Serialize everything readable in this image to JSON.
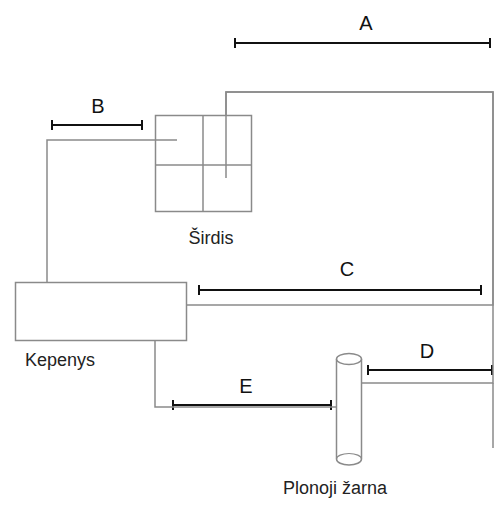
{
  "diagram": {
    "nodes": [
      {
        "text": [
          "Širdis"
        ]
      },
      {
        "text": [
          "Kepenys"
        ]
      },
      {
        "text": [
          "Plonoji žarna"
        ]
      }
    ],
    "edges": [
      {
        "from": 0,
        "to": 1,
        "arrow": "none"
      },
      {
        "from": 1,
        "to": 2,
        "arrow": "none"
      },
      {
        "from": 0,
        "to": 1,
        "arrow": "none"
      },
      {
        "from": 0,
        "to": 2,
        "arrow": "none"
      }
    ],
    "labels": [
      "A",
      "B",
      "C",
      "D",
      "E"
    ]
  }
}
